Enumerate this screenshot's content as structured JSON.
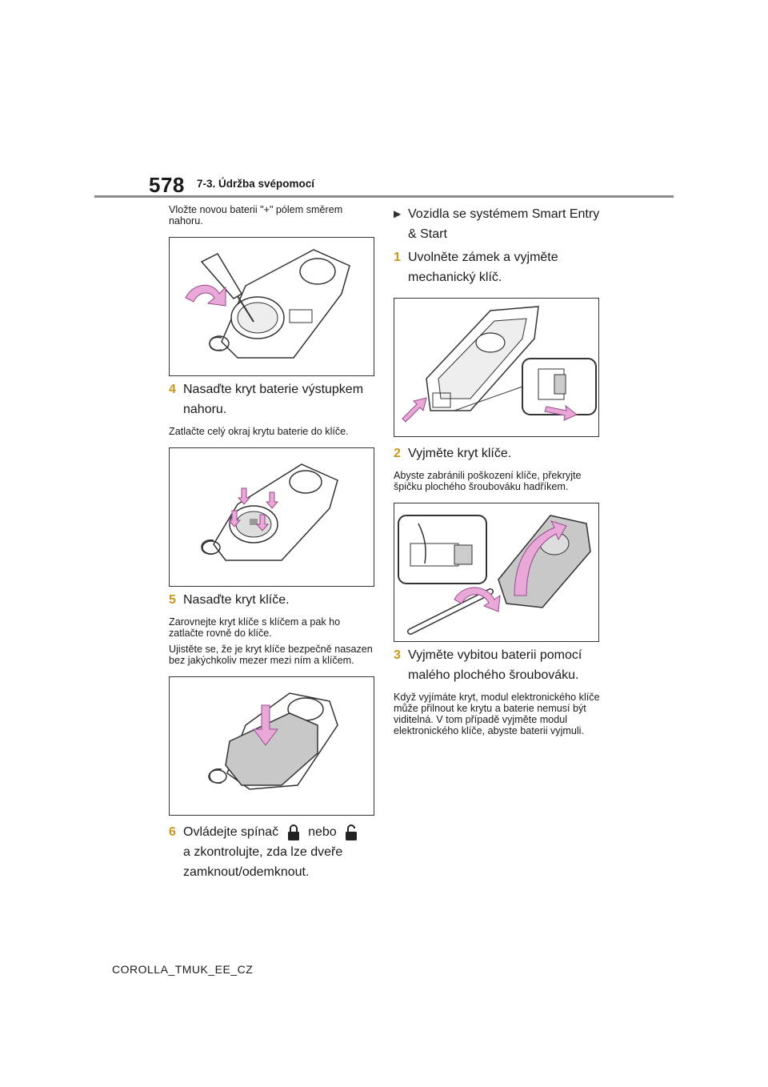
{
  "header": {
    "page_number": "578",
    "section": "7-3. Údržba svépomocí"
  },
  "footer": {
    "doc_code": "COROLLA_TMUK_EE_CZ"
  },
  "left": {
    "intro": "Vložte novou baterii \"+\" pólem směrem nahoru.",
    "step4": {
      "num": "4",
      "text": "Nasaďte kryt baterie výstupkem nahoru."
    },
    "note4": "Zatlačte celý okraj krytu baterie do klíče.",
    "step5": {
      "num": "5",
      "text": "Nasaďte kryt klíče."
    },
    "note5a": "Zarovnejte kryt klíče s klíčem a pak ho zatlačte rovně do klíče.",
    "note5b": "Ujistěte se, že je kryt klíče bezpečně nasazen bez jakýchkoliv mezer mezi ním a klíčem.",
    "step6": {
      "num": "6",
      "text_a": "Ovládejte spínač",
      "text_b": "nebo",
      "text_c": "a zkontrolujte, zda lze dveře zamknout/odemknout."
    }
  },
  "right": {
    "heading": "Vozidla se systémem Smart Entry & Start",
    "step1": {
      "num": "1",
      "text": "Uvolněte zámek a vyjměte mechanický klíč."
    },
    "step2": {
      "num": "2",
      "text": "Vyjměte kryt klíče."
    },
    "note2": "Abyste zabránili poškození klíče, překryjte špičku plochého šroubováku hadříkem.",
    "step3": {
      "num": "3",
      "text": "Vyjměte vybitou baterii pomocí malého plochého šroubováku."
    },
    "note3": "Když vyjímáte kryt, modul elektronického klíče může přilnout ke krytu a baterie nemusí být viditelná. V tom případě vyjměte modul elektronického klíče, abyste baterii vyjmuli."
  },
  "colors": {
    "step_number": "#c9971e",
    "arrow_pink": "#e8a8d8",
    "arrow_outline": "#9a4a8a",
    "cover_gray": "#c8c8c8",
    "rule_gray": "#8a8a8a"
  },
  "icons": [
    "lock-icon",
    "unlock-icon",
    "triangle-bullet-icon"
  ]
}
